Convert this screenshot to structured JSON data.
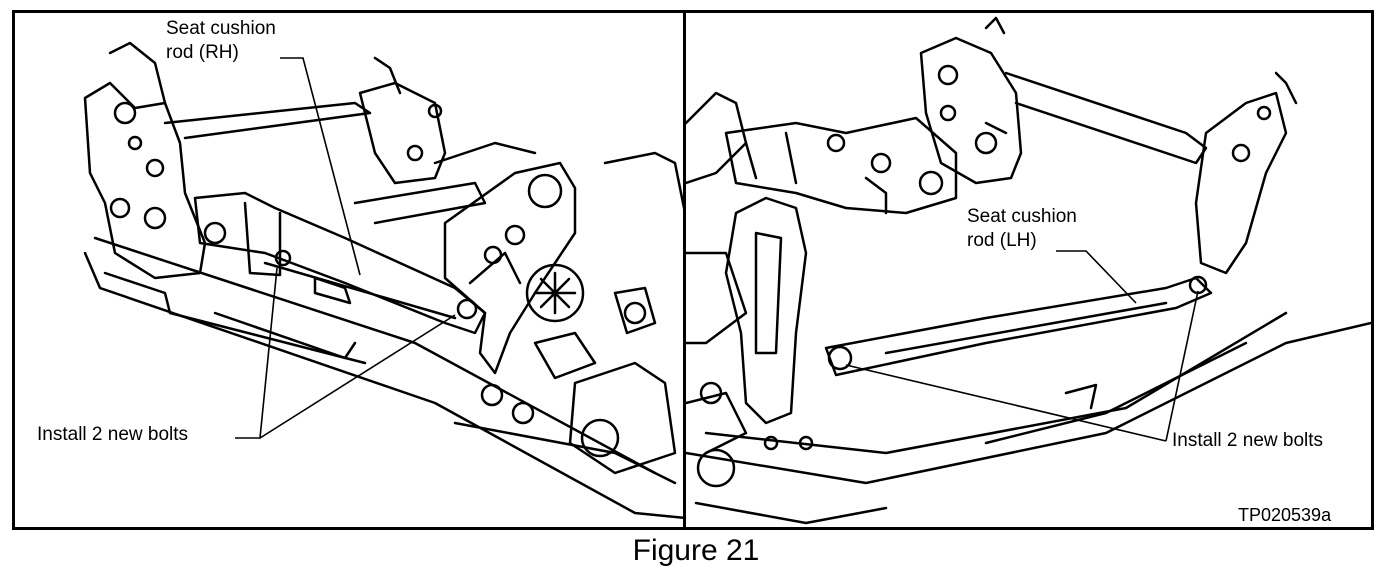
{
  "panels": {
    "right_side": {
      "rod_label_line1": "Seat cushion",
      "rod_label_line2": "rod (RH)",
      "bolts_label": "Install 2 new bolts"
    },
    "left_side": {
      "rod_label_line1": "Seat cushion",
      "rod_label_line2": "rod (LH)",
      "bolts_label": "Install 2 new bolts",
      "reference_code": "TP020539a"
    }
  },
  "caption": "Figure 21"
}
